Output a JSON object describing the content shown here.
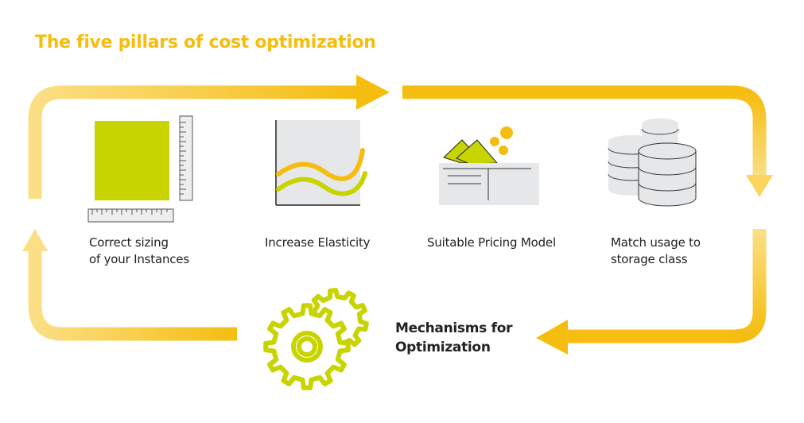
{
  "title": "The five pillars of cost optimization",
  "colors": {
    "accent_yellow": "#f5bd10",
    "accent_yellow_light": "#fbdf86",
    "accent_green": "#c8d400",
    "icon_gray": "#e6e7e8",
    "text": "#222222"
  },
  "pillars": [
    {
      "icon": "ruler-square-icon",
      "line1": "Correct sizing",
      "line2": "of your Instances"
    },
    {
      "icon": "elasticity-chart-icon",
      "line1": "Increase Elasticity",
      "line2": ""
    },
    {
      "icon": "pricing-wallet-icon",
      "line1": "Suitable Pricing Model",
      "line2": ""
    },
    {
      "icon": "storage-database-icon",
      "line1": "Match usage to",
      "line2": "storage class"
    }
  ],
  "mechanisms": {
    "icon": "gears-icon",
    "line1": "Mechanisms for",
    "line2": "Optimization"
  }
}
